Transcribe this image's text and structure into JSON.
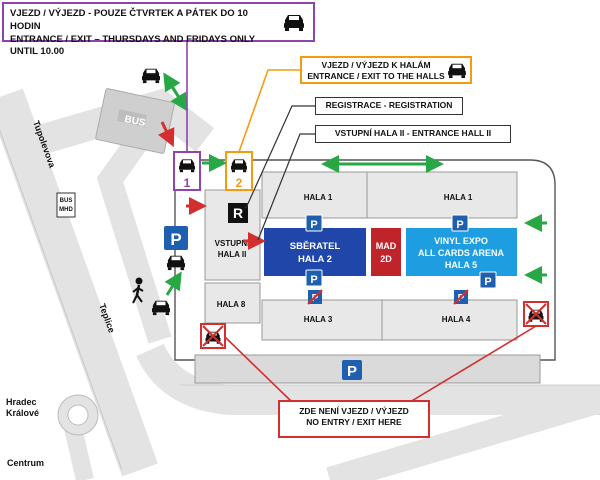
{
  "callouts": {
    "thursday_friday": {
      "line1": "VJEZD / VÝJEZD - POUZE ČTVRTEK A PÁTEK DO 10 HODIN",
      "line2": "ENTRANCE / EXIT – THURSDAYS AND FRIDAYS ONLY UNTIL 10.00"
    },
    "halls": {
      "line1": "VJEZD / VÝJEZD K HALÁM",
      "line2": "ENTRANCE / EXIT TO THE HALLS"
    },
    "registration": "REGISTRACE - REGISTRATION",
    "entrance_hall": "VSTUPNÍ HALA II - ENTRANCE HALL II",
    "no_entry": {
      "line1": "ZDE NENÍ VJEZD / VÝJEZD",
      "line2": "NO ENTRY / EXIT HERE"
    }
  },
  "buildings": {
    "hala1_left": "HALA 1",
    "hala1_right": "HALA 1",
    "vstupni_line1": "VSTUPNÍ",
    "vstupni_line2": "HALA II",
    "hala8": "HALA 8",
    "hala3": "HALA 3",
    "hala4": "HALA 4",
    "sberatel_line1": "SBĚRATEL",
    "sberatel_line2": "HALA 2",
    "mad_line1": "MAD",
    "mad_line2": "2D",
    "vinyl_line1": "VINYL EXPO",
    "vinyl_line2": "ALL CARDS ARENA",
    "vinyl_line3": "HALA 5"
  },
  "streets": {
    "tupolevova": "Tupolevova",
    "teplice": "Teplice",
    "hradec_line1": "Hradec",
    "hradec_line2": "Králové",
    "centrum": "Centrum"
  },
  "labels": {
    "bus": "BUS",
    "bus_mhd_line1": "BUS",
    "bus_mhd_line2": "MHD",
    "gate1": "1",
    "gate2": "2",
    "registration_marker": "R",
    "parking": "P"
  },
  "colors": {
    "purple": "#8e44ad",
    "orange": "#f39c12",
    "red": "#d32f2f",
    "green": "#27a844",
    "dark_blue": "#1f46a8",
    "light_blue": "#1e9ee0",
    "mad_red": "#c0242b",
    "parking_blue": "#1f5fb0"
  }
}
